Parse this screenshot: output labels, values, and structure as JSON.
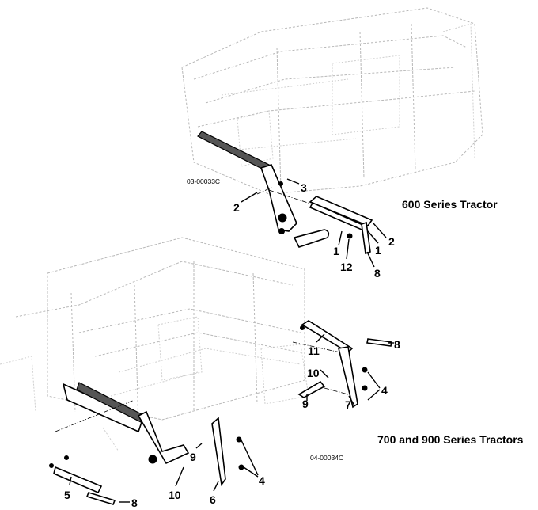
{
  "diagram": {
    "top": {
      "figure_code": "03-00033C",
      "caption": "600 Series Tractor",
      "callouts": [
        "3",
        "2",
        "2",
        "1",
        "1",
        "12",
        "8"
      ]
    },
    "bottom": {
      "figure_code": "04-00034C",
      "caption": "700 and 900 Series Tractors",
      "callouts": [
        "11",
        "8",
        "10",
        "4",
        "9",
        "7",
        "9",
        "4",
        "10",
        "6",
        "5",
        "8"
      ]
    }
  }
}
